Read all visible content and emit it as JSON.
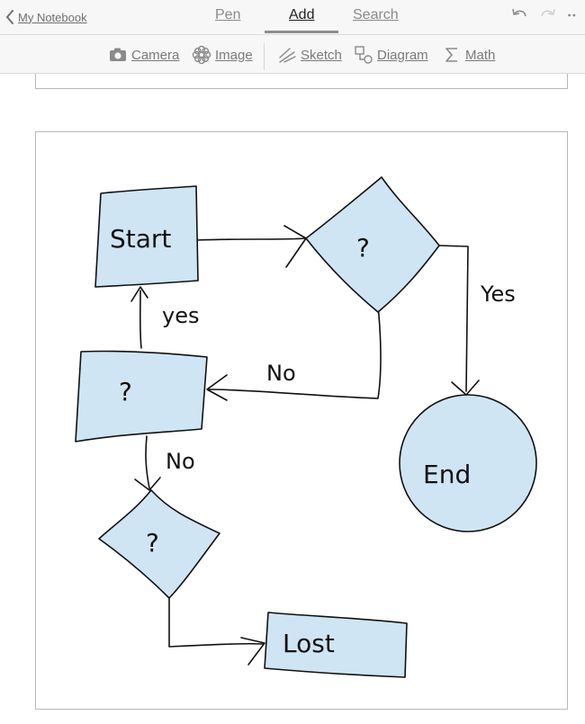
{
  "header": {
    "back_label": "My Notebook",
    "tabs": [
      {
        "label": "Pen",
        "active": false
      },
      {
        "label": "Add",
        "active": true
      },
      {
        "label": "Search",
        "active": false
      }
    ]
  },
  "toolbar": {
    "tools": [
      {
        "label": "Camera",
        "icon": "camera-icon"
      },
      {
        "label": "Image",
        "icon": "image-icon"
      },
      {
        "label": "Sketch",
        "icon": "sketch-icon"
      },
      {
        "label": "Diagram",
        "icon": "diagram-icon"
      },
      {
        "label": "Math",
        "icon": "sigma-icon"
      }
    ]
  },
  "diagram": {
    "nodes": {
      "start": "Start",
      "decision_top": "?",
      "decision_left": "?",
      "decision_bottom": "?",
      "end": "End",
      "lost": "Lost"
    },
    "edges": {
      "yes_right": "Yes",
      "yes_left": "yes",
      "no_middle": "No",
      "no_left": "No"
    }
  },
  "colors": {
    "shape_fill": "#cfe5f4",
    "ink": "#111111"
  }
}
